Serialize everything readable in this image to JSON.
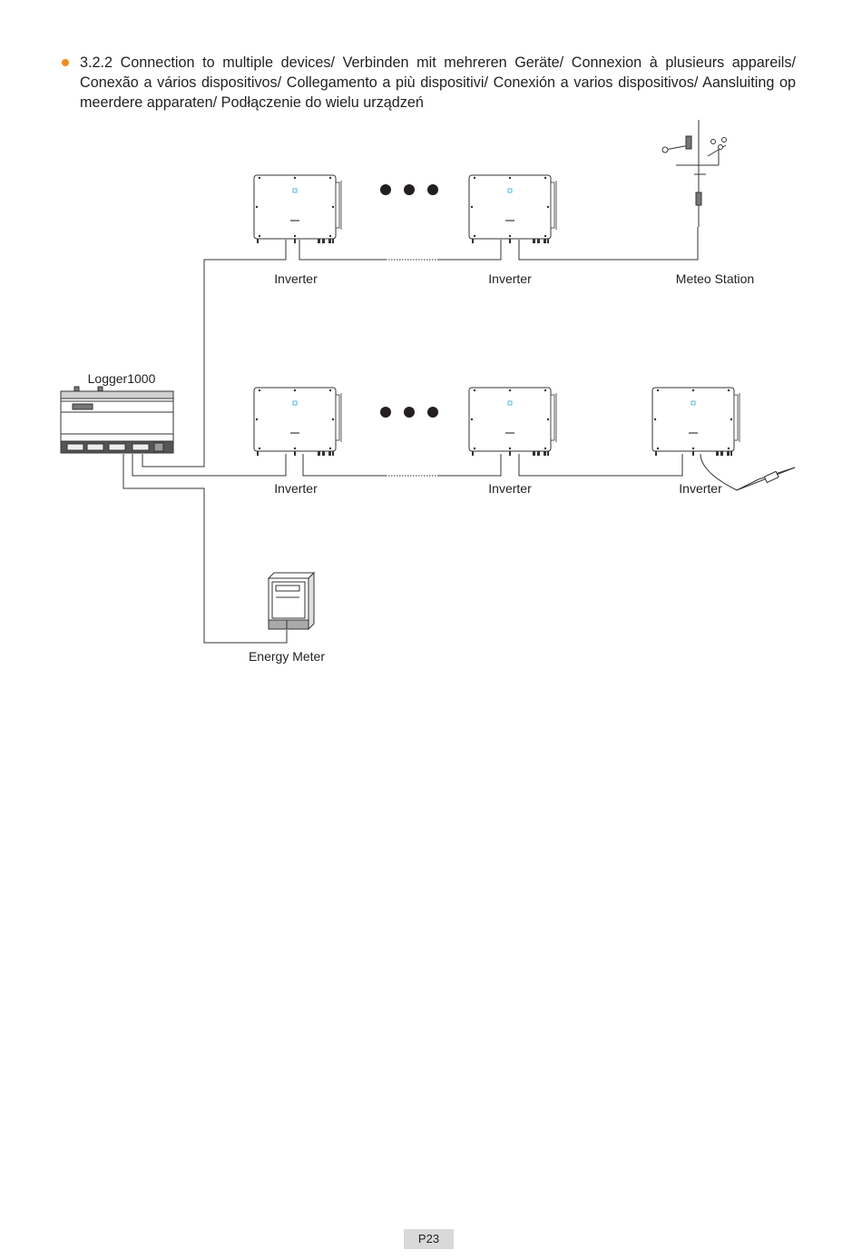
{
  "heading": {
    "bullet_color": "#f08c1e",
    "text": "3.2.2 Connection to multiple devices/ Verbinden mit mehreren Geräte/ Connexion à plusieurs appareils/ Conexão a vários dispositivos/ Collegamento a più dispositivi/ Conexión a varios dispositivos/ Aansluiting op meerdere apparaten/ Podłączenie do wielu urządzeń"
  },
  "diagram": {
    "logger_label": "Logger1000",
    "top_row": {
      "inverter_1_label": "Inverter",
      "inverter_2_label": "Inverter",
      "meteo_label": "Meteo Station"
    },
    "bottom_row": {
      "inverter_1_label": "Inverter",
      "inverter_2_label": "Inverter",
      "inverter_3_label": "Inverter"
    },
    "meter_label": "Energy Meter",
    "icons": [
      "inverter-icon",
      "ellipsis-icon",
      "weather-station-icon",
      "logger-icon",
      "energy-meter-icon",
      "terminating-resistor-icon"
    ]
  },
  "footer": {
    "page_number": "P23"
  }
}
